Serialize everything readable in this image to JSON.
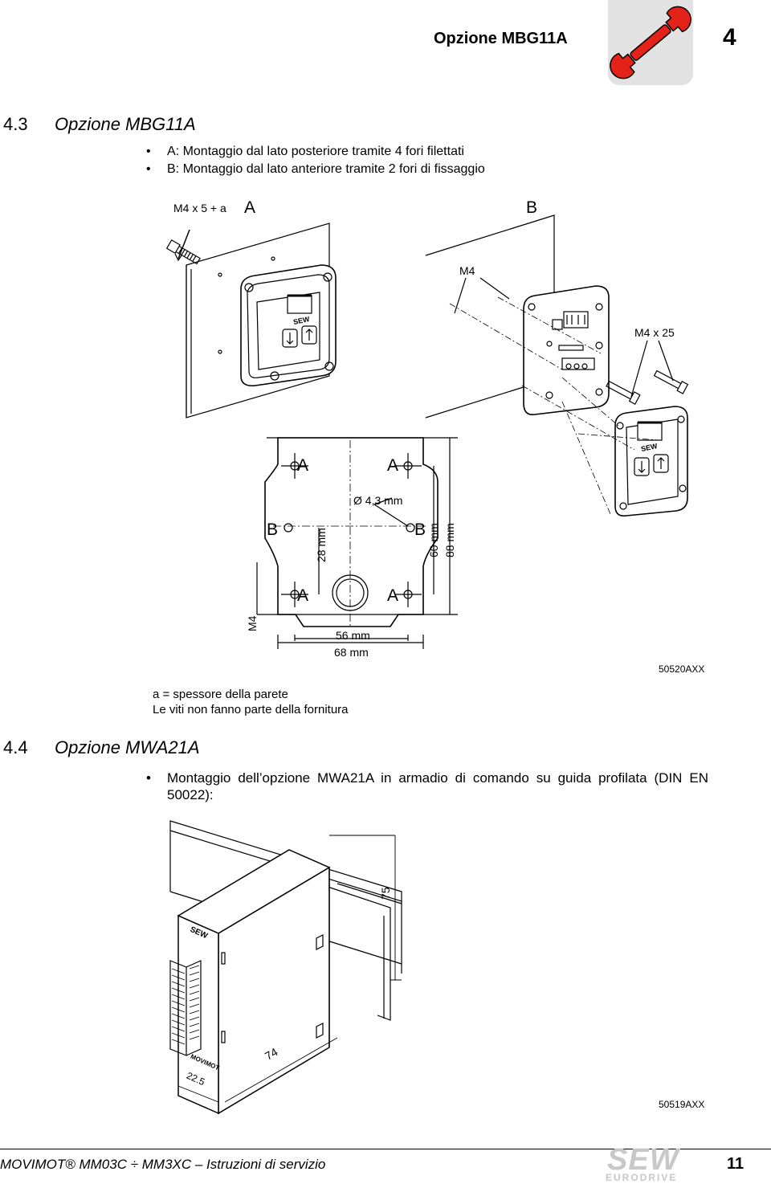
{
  "header": {
    "title": "Opzione MBG11A",
    "chapter": "4"
  },
  "section_43": {
    "number": "4.3",
    "title": "Opzione MBG11A",
    "bullets": [
      "A: Montaggio dal lato posteriore tramite 4 fori filettati",
      "B: Montaggio dal lato anteriore tramite 2 fori di fissaggio"
    ],
    "figure": {
      "labels": {
        "screw_a": "M4 x 5 + a",
        "A": "A",
        "B": "B",
        "m4": "M4",
        "m4x25": "M4 x 25",
        "diameter": "Ø 4,3 mm",
        "d28": "28 mm",
        "d60": "60 mm",
        "d88": "88 mm",
        "d56": "56 mm",
        "d68": "68 mm",
        "m4_side": "M4",
        "brand": "SEW"
      },
      "ref": "50520AXX"
    },
    "notes": [
      "a = spessore della parete",
      "Le viti non fanno parte della fornitura"
    ]
  },
  "section_44": {
    "number": "4.4",
    "title": "Opzione MWA21A",
    "bullet": "Montaggio dell’opzione MWA21A in armadio di comando su guida profilata (DIN EN 50022):",
    "figure": {
      "labels": {
        "h75": "75",
        "w74": "74",
        "w225": "22.5",
        "brand": "SEW",
        "model": "MOVIMOT"
      },
      "ref": "50519AXX"
    }
  },
  "footer": {
    "text": "MOVIMOT® MM03C ÷ MM3XC – Istruzioni di servizio",
    "page": "11",
    "logo_top": "SEW",
    "logo_bottom": "EURODRIVE"
  },
  "colors": {
    "accent_red": "#e32219",
    "tab_gray": "#e2e2e2",
    "logo_gray": "#c8c8c8"
  }
}
